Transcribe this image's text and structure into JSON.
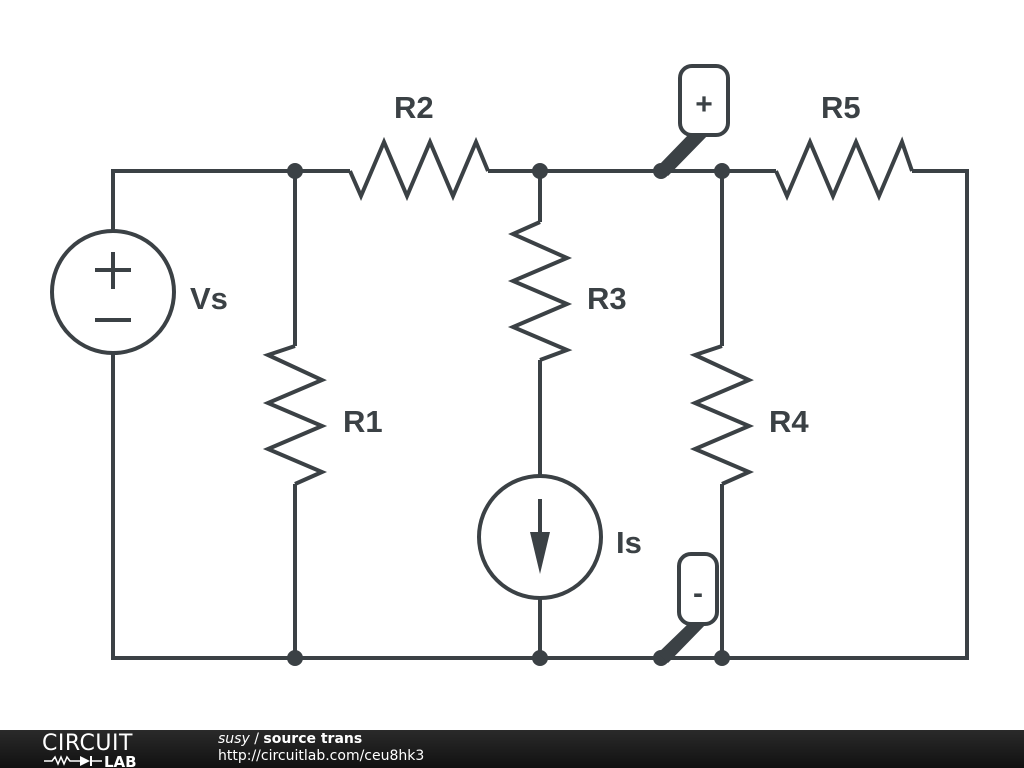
{
  "circuit": {
    "components": [
      {
        "id": "Vs",
        "type": "voltage-source",
        "label": "Vs"
      },
      {
        "id": "R1",
        "type": "resistor",
        "label": "R1"
      },
      {
        "id": "R2",
        "type": "resistor",
        "label": "R2"
      },
      {
        "id": "R3",
        "type": "resistor",
        "label": "R3"
      },
      {
        "id": "R4",
        "type": "resistor",
        "label": "R4"
      },
      {
        "id": "R5",
        "type": "resistor",
        "label": "R5"
      },
      {
        "id": "Is",
        "type": "current-source",
        "label": "Is"
      }
    ],
    "probes": {
      "positive": "+",
      "negative": "-"
    }
  },
  "footer": {
    "logo_top": "CIRCUIT",
    "logo_bottom": "LAB",
    "user": "susy",
    "separator": " / ",
    "title": "source trans",
    "url": "http://circuitlab.com/ceu8hk3"
  },
  "colors": {
    "stroke": "#3b4145",
    "footer_bg": "#1a1a1a",
    "footer_text": "#ffffff"
  }
}
